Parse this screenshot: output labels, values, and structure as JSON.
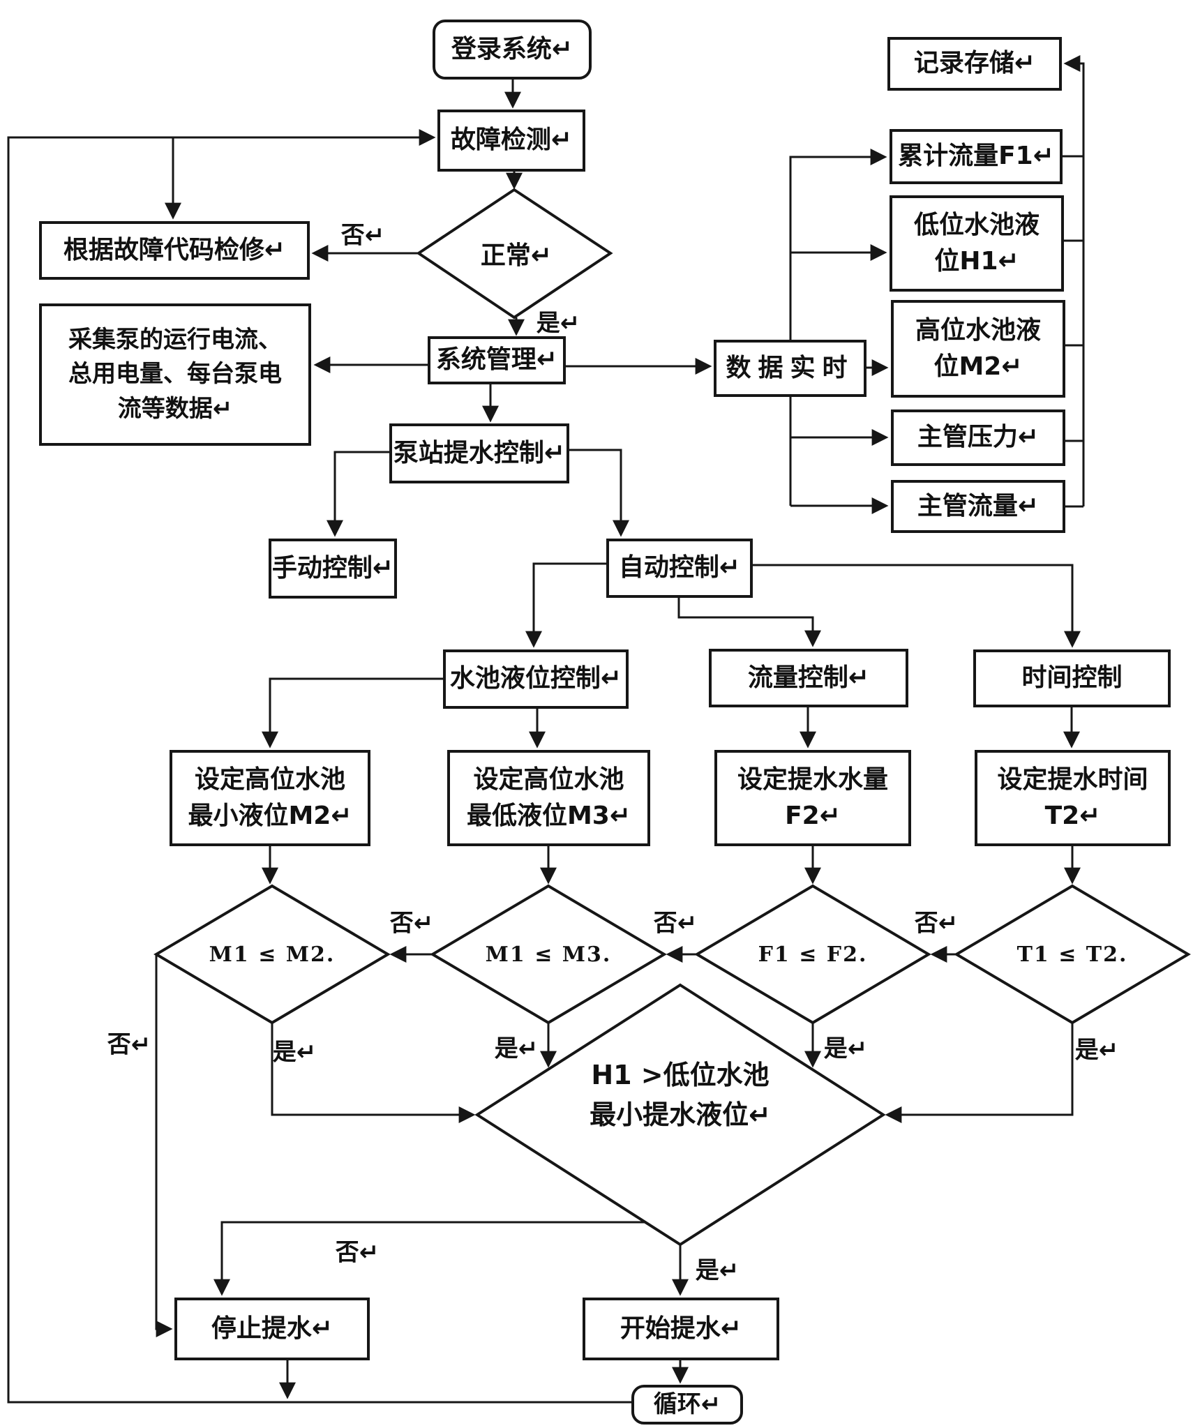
{
  "colors": {
    "ink": "#161616",
    "background": "#ffffff"
  },
  "nodes": {
    "login": {
      "label": "登录系统↵",
      "shape": "rounded-rect"
    },
    "fault_detect": {
      "label": "故障检测↵",
      "shape": "rect"
    },
    "normal": {
      "label": "正常↵",
      "shape": "diamond"
    },
    "repair": {
      "label": "根据故障代码检修↵",
      "shape": "rect"
    },
    "collect": {
      "label": "采集泵的运行电流、\n总用电量、每台泵电\n流等数据↵",
      "shape": "rect"
    },
    "sys_mgmt": {
      "label": "系统管理↵",
      "shape": "rect"
    },
    "realtime": {
      "label": "数据实时",
      "shape": "rect"
    },
    "record": {
      "label": "记录存储↵",
      "shape": "rect"
    },
    "f1_total": {
      "label": "累计流量F1↵",
      "shape": "rect"
    },
    "h1_level": {
      "label": "低位水池液\n位H1↵",
      "shape": "rect"
    },
    "m2_level": {
      "label": "高位水池液\n位M2↵",
      "shape": "rect"
    },
    "main_pressure": {
      "label": "主管压力↵",
      "shape": "rect"
    },
    "main_flow": {
      "label": "主管流量↵",
      "shape": "rect"
    },
    "pump_ctl": {
      "label": "泵站提水控制↵",
      "shape": "rect"
    },
    "manual": {
      "label": "手动控制↵",
      "shape": "rect"
    },
    "auto": {
      "label": "自动控制↵",
      "shape": "rect"
    },
    "level_ctl": {
      "label": "水池液位控制↵",
      "shape": "rect"
    },
    "flow_ctl": {
      "label": "流量控制↵",
      "shape": "rect"
    },
    "time_ctl": {
      "label": "时间控制",
      "shape": "rect"
    },
    "set_m2": {
      "label": "设定高位水池\n最小液位M2↵",
      "shape": "rect"
    },
    "set_m3": {
      "label": "设定高位水池\n最低液位M3↵",
      "shape": "rect"
    },
    "set_f2": {
      "label": "设定提水水量\nF2↵",
      "shape": "rect"
    },
    "set_t2": {
      "label": "设定提水时间\nT2↵",
      "shape": "rect"
    },
    "cmp_m2": {
      "label": "M1 ≤ M2.",
      "shape": "diamond"
    },
    "cmp_m3": {
      "label": "M1 ≤ M3.",
      "shape": "diamond"
    },
    "cmp_f2": {
      "label": "F1 ≤ F2.",
      "shape": "diamond"
    },
    "cmp_t2": {
      "label": "T1 ≤ T2.",
      "shape": "diamond"
    },
    "big_cmp": {
      "label": "H1 >低位水池\n最小提水液位↵",
      "shape": "diamond"
    },
    "stop": {
      "label": "停止提水↵",
      "shape": "rect"
    },
    "start": {
      "label": "开始提水↵",
      "shape": "rect"
    },
    "loop": {
      "label": "循环↵",
      "shape": "rounded-rect"
    }
  },
  "edge_labels": {
    "normal_no": "否↵",
    "normal_yes": "是↵",
    "m2_no": "否↵",
    "m2_yes": "是↵",
    "m3_no": "否↵",
    "m3_yes": "是↵",
    "f2_no": "否↵",
    "f2_yes": "是↵",
    "t2_no": "否↵",
    "t2_yes": "是↵",
    "big_no": "否↵",
    "big_yes": "是↵"
  }
}
